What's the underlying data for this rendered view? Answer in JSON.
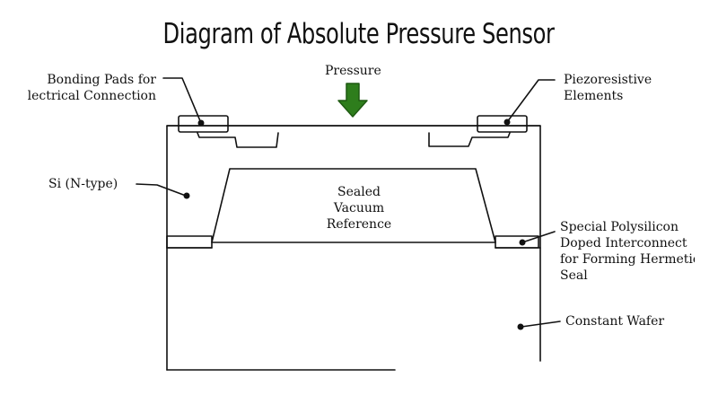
{
  "title": "Diagram of Absolute Pressure Sensor",
  "labels": {
    "pressure": "Pressure",
    "bonding_pads": [
      "Bonding Pads for",
      "lectrical Connection"
    ],
    "piezoresistive": [
      "Piezoresistive",
      "Elements"
    ],
    "si_ntype": "Si (N-type)",
    "sealed_vacuum": [
      "Sealed",
      "Vacuum",
      "Reference"
    ],
    "polysilicon": [
      "Special Polysilicon",
      "Doped Interconnect",
      "for Forming Hermetic",
      "Seal"
    ],
    "constant_wafer": "Constant Wafer"
  },
  "colors": {
    "arrow": "#2e7d1c",
    "arrow_stroke": "#1f5a12",
    "line": "#111111"
  },
  "icons": {
    "pressure_arrow": "down-arrow-icon"
  }
}
